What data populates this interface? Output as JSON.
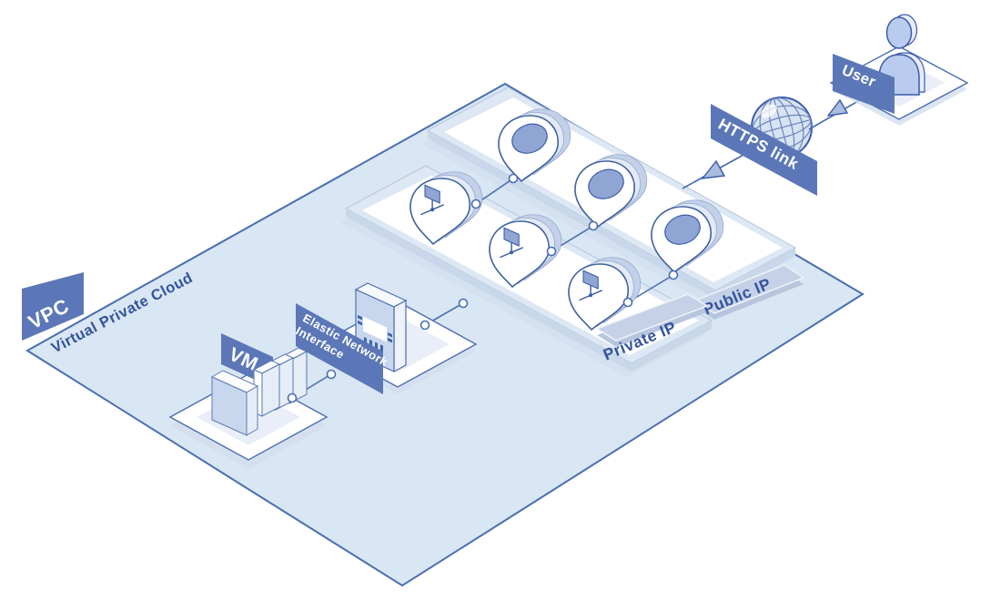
{
  "vpc": {
    "badge": "VPC",
    "title": "Virtual Private Cloud"
  },
  "nodes": {
    "vm": {
      "label": "VM",
      "icon": "vm-stack-icon"
    },
    "eni": {
      "line1": "Elastic Network",
      "line2": "Interface",
      "icon": "network-card-icon"
    },
    "private_ip": {
      "label": "Private IP",
      "pin_count": 3,
      "pin_icon": "network-pin-icon"
    },
    "public_ip": {
      "label": "Public IP",
      "pin_count": 3,
      "pin_icon": "location-pin-icon"
    },
    "user": {
      "label": "User",
      "icon": "person-icon"
    }
  },
  "links": {
    "https": {
      "label": "HTTPS link",
      "icon": "globe-icon"
    },
    "connector_count": 5
  },
  "colors": {
    "vpc_fill": "#d9e6f3",
    "outline_blue": "#4a6eb2",
    "banner_blue": "#5b77b8",
    "dark_text_blue": "#33539e",
    "icon_fill_blue": "#8fa6d4",
    "slab_front_blue": "#c9d7ee",
    "platform_white": "#ffffff",
    "shadow_blue": "#cfdfee"
  }
}
